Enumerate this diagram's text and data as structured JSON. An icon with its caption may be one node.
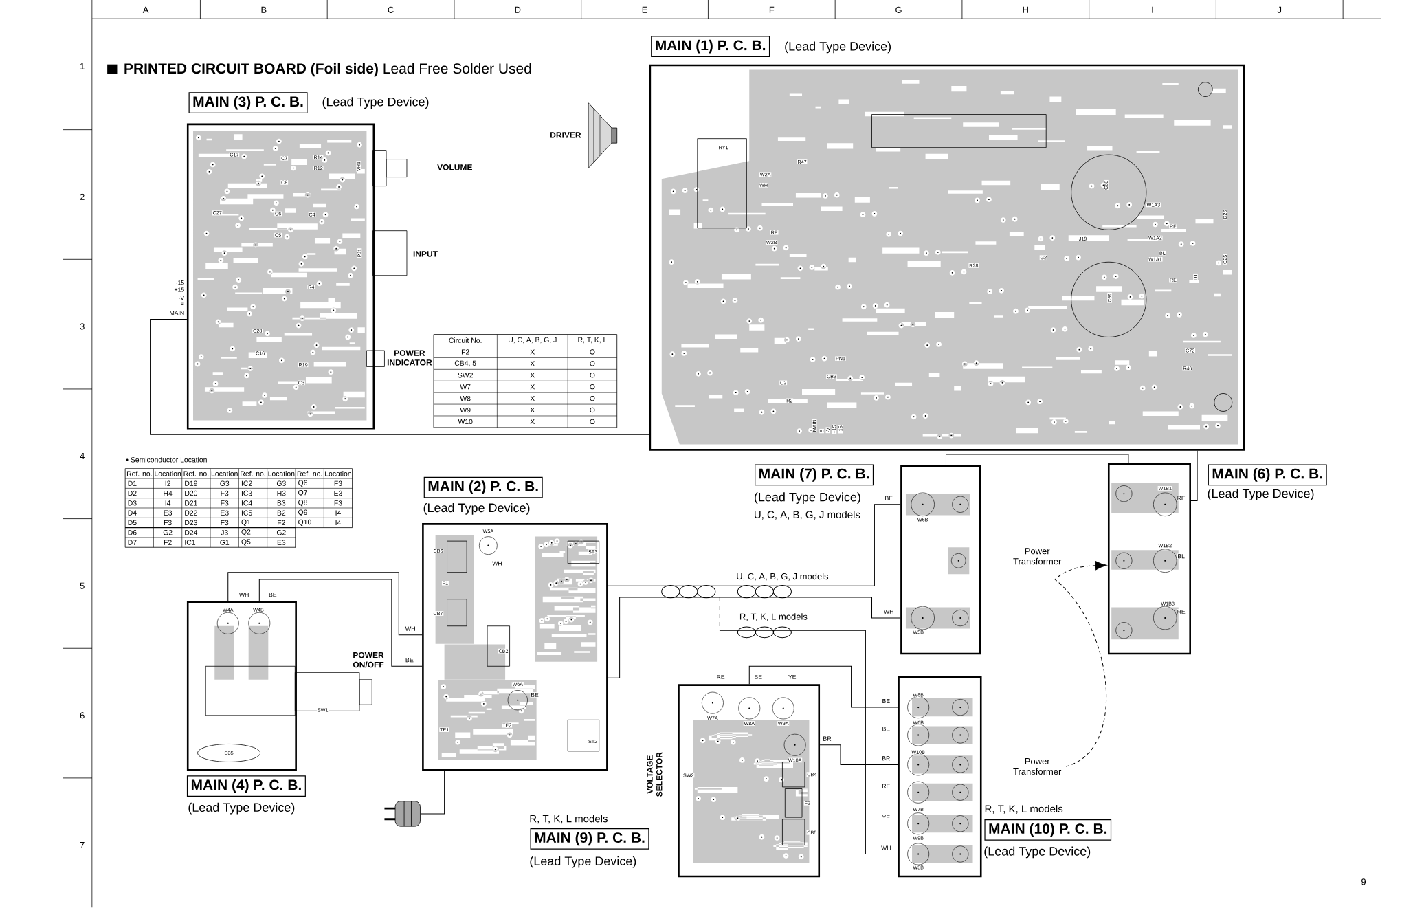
{
  "diagram": {
    "title": "**PRINTED CIRCUIT BOARD (Foil side)** Lead Free Solder Used",
    "nodes": [
      {
        "text": [
          "MAIN (1) P. C. B.",
          "(Lead Type Device)"
        ]
      },
      {
        "text": [
          "MAIN (3) P. C. B.",
          "(Lead Type Device)"
        ]
      },
      {
        "text": [
          "MAIN (2) P. C. B.",
          "(Lead Type Device)"
        ]
      },
      {
        "text": [
          "MAIN (4) P. C. B.",
          "(Lead Type Device)"
        ]
      },
      {
        "text": [
          "MAIN (7) P. C. B.",
          "(Lead Type Device)",
          "U, C, A, B, G, J models"
        ]
      },
      {
        "text": [
          "MAIN (6) P. C. B.",
          "(Lead Type Device)"
        ]
      },
      {
        "text": [
          "R, T, K, L models",
          "MAIN (9) P. C. B.",
          "(Lead Type Device)"
        ]
      },
      {
        "text": [
          "R, T, K, L models",
          "MAIN (10) P. C. B.",
          "(Lead Type Device)"
        ]
      },
      {
        "text": [],
        "shape": "picture",
        "beside": [
          "DRIVER"
        ]
      },
      {
        "text": [],
        "shape": "picture"
      },
      {
        "text": [
          "Power Transformer"
        ],
        "in": 7
      }
    ],
    "edges": [
      {
        "from": 8,
        "to": 0,
        "arrow": "none"
      },
      {
        "from": 1,
        "to": 0,
        "arrow": "none"
      },
      {
        "from": 3,
        "to": 2,
        "arrow": "none",
        "label": "WH"
      },
      {
        "from": 3,
        "to": 2,
        "arrow": "none",
        "label": "BE"
      },
      {
        "from": 2,
        "to": 4,
        "arrow": "none",
        "label": "U, C, A, B, G, J models"
      },
      {
        "from": 2,
        "to": 4,
        "arrow": "none"
      },
      {
        "from": null,
        "to": 7,
        "arrow": "none",
        "label": "R, T, K, L models"
      },
      {
        "from": 6,
        "to": 7,
        "arrow": "none",
        "label": "BR"
      },
      {
        "from": 6,
        "to": 7,
        "arrow": "none"
      },
      {
        "from": 4,
        "to": 5,
        "arrow": "none"
      },
      {
        "from": 5,
        "to": 0,
        "arrow": "none"
      },
      {
        "from": 9,
        "to": 2,
        "arrow": "none"
      },
      {
        "from": 10,
        "to": 5,
        "arrow": "to",
        "style": "dashed"
      }
    ],
    "labels": [
      "A",
      "B",
      "C",
      "D",
      "E",
      "F",
      "G",
      "H",
      "I",
      "J",
      "1",
      "2",
      "3",
      "4",
      "5",
      "6",
      "7",
      "9",
      "VOLUME",
      "INPUT",
      "POWER INDICATOR",
      "-15",
      "+15",
      "-V",
      "E",
      "MAIN",
      "POWER ON/OFF",
      "VOLTAGE SELECTOR",
      "Power Transformer",
      "WH",
      "BE",
      "WH",
      "BE",
      "BE",
      "WH",
      "RE",
      "BL",
      "RE",
      "RE",
      "BE",
      "YE",
      "BE",
      "BE",
      "BR",
      "RE",
      "YE",
      "WH",
      "MAIN",
      "E",
      "-V",
      "+15",
      "-15",
      "C17",
      "C7",
      "R14",
      "R12",
      "C8",
      "VR1",
      "C6",
      "C4",
      "C5",
      "C27",
      "PJ1",
      "R4",
      "C28",
      "C16",
      "R19",
      "C3",
      "RY1",
      "R47",
      "W2A",
      "WH",
      "RE",
      "W2B",
      "C68",
      "C59",
      "G2",
      "R28",
      "J19",
      "W1A3",
      "RE",
      "W1A2",
      "BL",
      "W1A1",
      "RE",
      "D1",
      "C26",
      "C25",
      "C72",
      "R46",
      "PN1",
      "CB3",
      "C2",
      "R2",
      "W4A",
      "W4B",
      "SW1",
      "C35",
      "W5A",
      "CB6",
      "F1",
      "CB7",
      "CB2",
      "W6A",
      "TE1",
      "TE2",
      "ST3",
      "ST2",
      "W7A",
      "W8A",
      "W9A",
      "W10A",
      "CB4",
      "F2",
      "CB5",
      "SW2",
      "W6B",
      "W5B",
      "W1B1",
      "W1B2",
      "W1B3",
      "W8B",
      "W6B",
      "W10B",
      "W7B",
      "W9B",
      "W5B",
      "• Semiconductor Location",
      "Ref. no.",
      "Location",
      "Ref. no.",
      "Location",
      "Ref. no.",
      "Location",
      "Ref. no.",
      "Location",
      "D1",
      "I2",
      "D19",
      "G3",
      "IC2",
      "G3",
      "Q6",
      "F3",
      "D2",
      "H4",
      "D20",
      "F3",
      "IC3",
      "H3",
      "Q7",
      "E3",
      "D3",
      "I4",
      "D21",
      "F3",
      "IC4",
      "B3",
      "Q8",
      "F3",
      "D4",
      "E3",
      "D22",
      "E3",
      "IC5",
      "B2",
      "Q9",
      "I4",
      "D5",
      "F3",
      "D23",
      "F3",
      "Q1",
      "F2",
      "Q10",
      "I4",
      "D6",
      "G2",
      "D24",
      "J3",
      "Q2",
      "G2",
      "D7",
      "F2",
      "IC1",
      "G1",
      "Q5",
      "E3",
      "Circuit No.",
      "U, C, A, B, G, J",
      "R, T, K, L",
      "F2",
      "X",
      "O",
      "CB4, 5",
      "X",
      "O",
      "SW2",
      "X",
      "O",
      "W7",
      "X",
      "O",
      "W8",
      "X",
      "O",
      "W9",
      "X",
      "O",
      "W10",
      "X",
      "O"
    ]
  }
}
